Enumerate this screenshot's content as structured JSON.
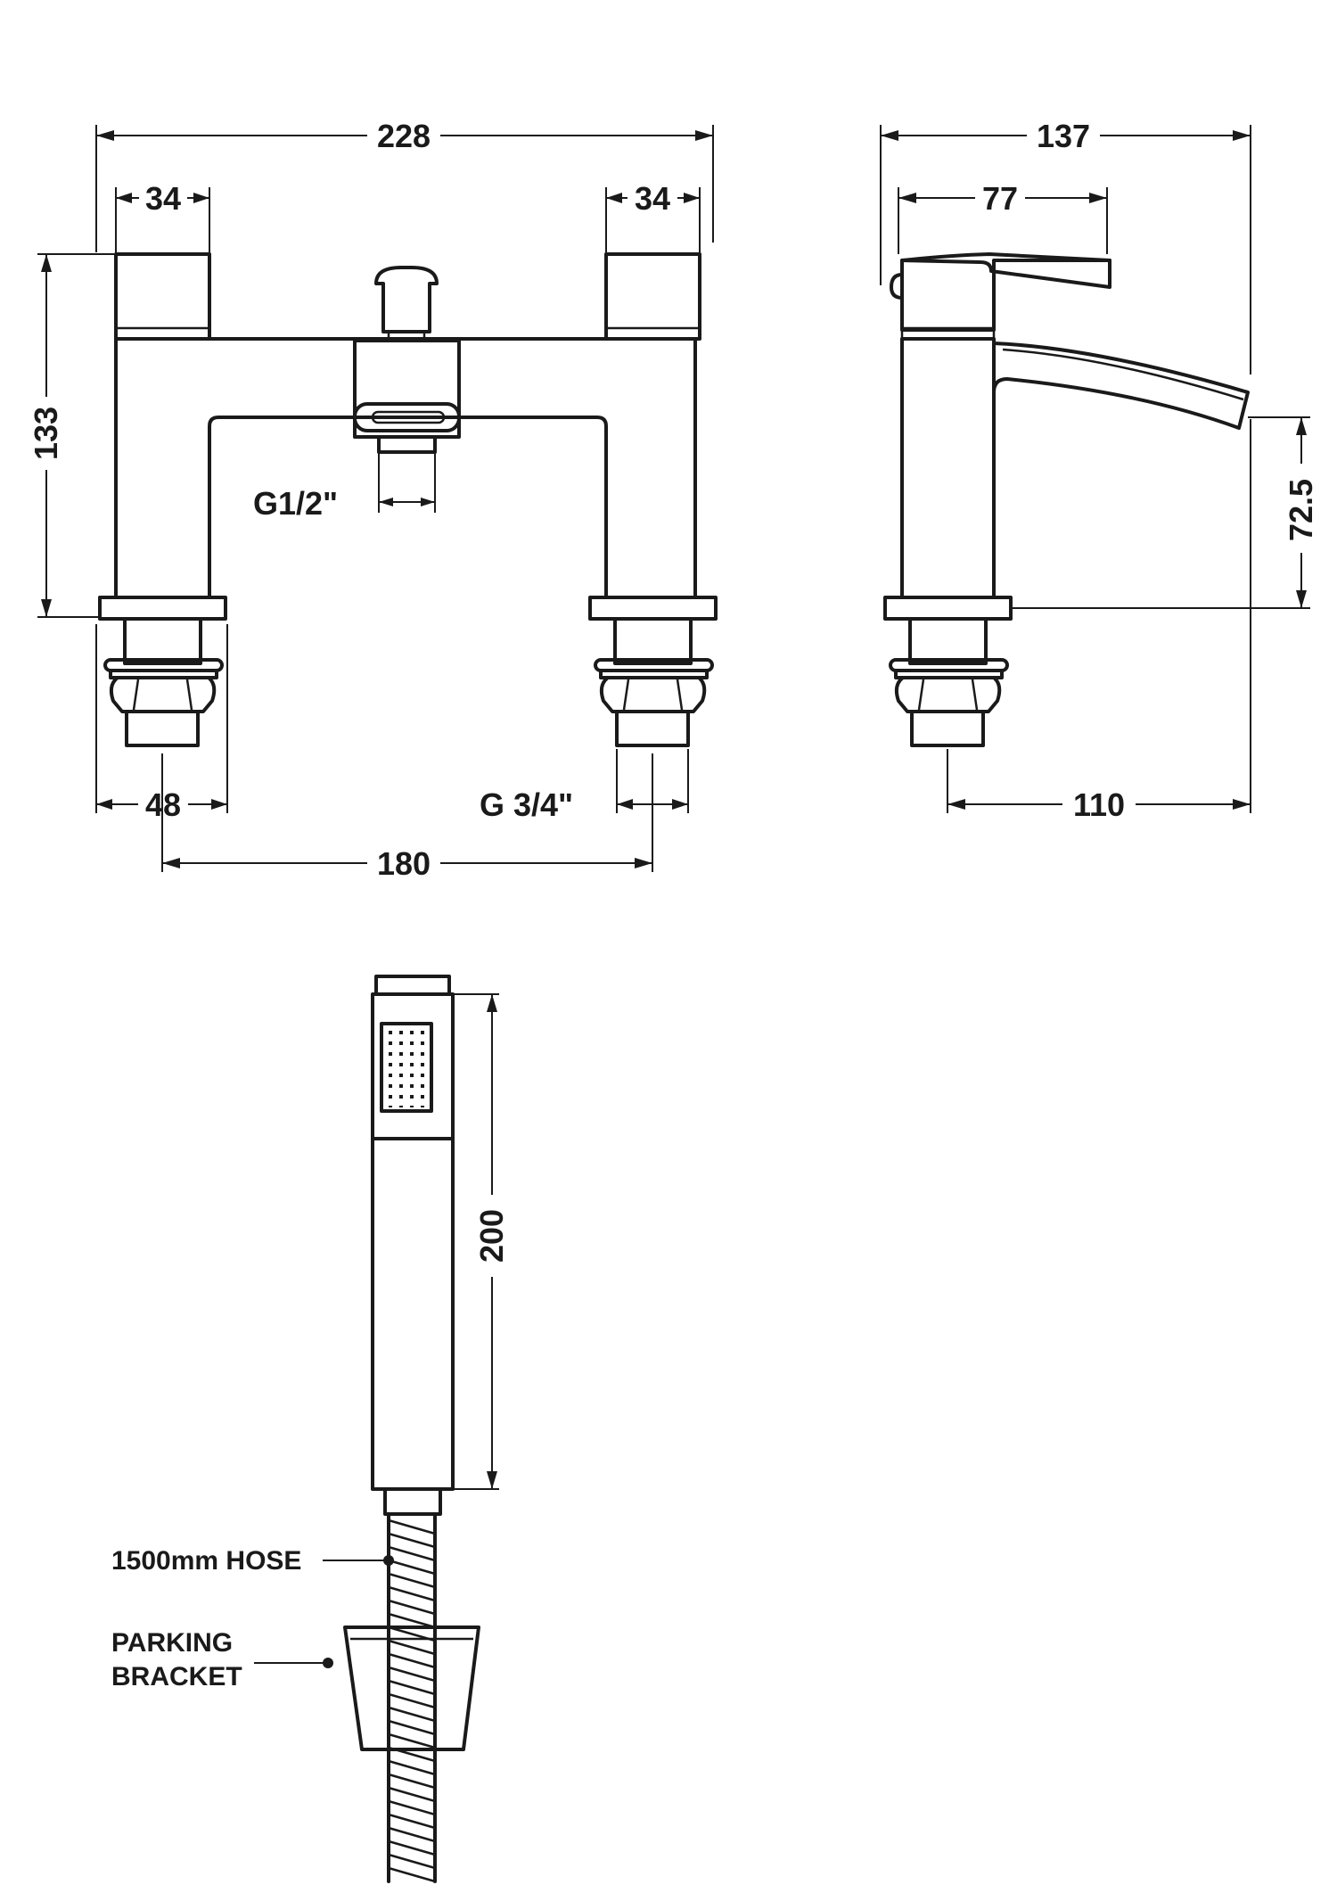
{
  "front_view": {
    "overall_width": "228",
    "handle_width_left": "34",
    "handle_width_right": "34",
    "overall_height": "133",
    "diverter_thread": "G1/2\"",
    "base_width": "48",
    "inlet_thread": "G 3/4\"",
    "centres": "180"
  },
  "side_view": {
    "overall_depth": "137",
    "handle_depth": "77",
    "spout_height": "72.5",
    "spout_reach": "110"
  },
  "handset": {
    "length": "200",
    "hose_label": "1500mm HOSE",
    "bracket_label_line1": "PARKING",
    "bracket_label_line2": "BRACKET"
  }
}
